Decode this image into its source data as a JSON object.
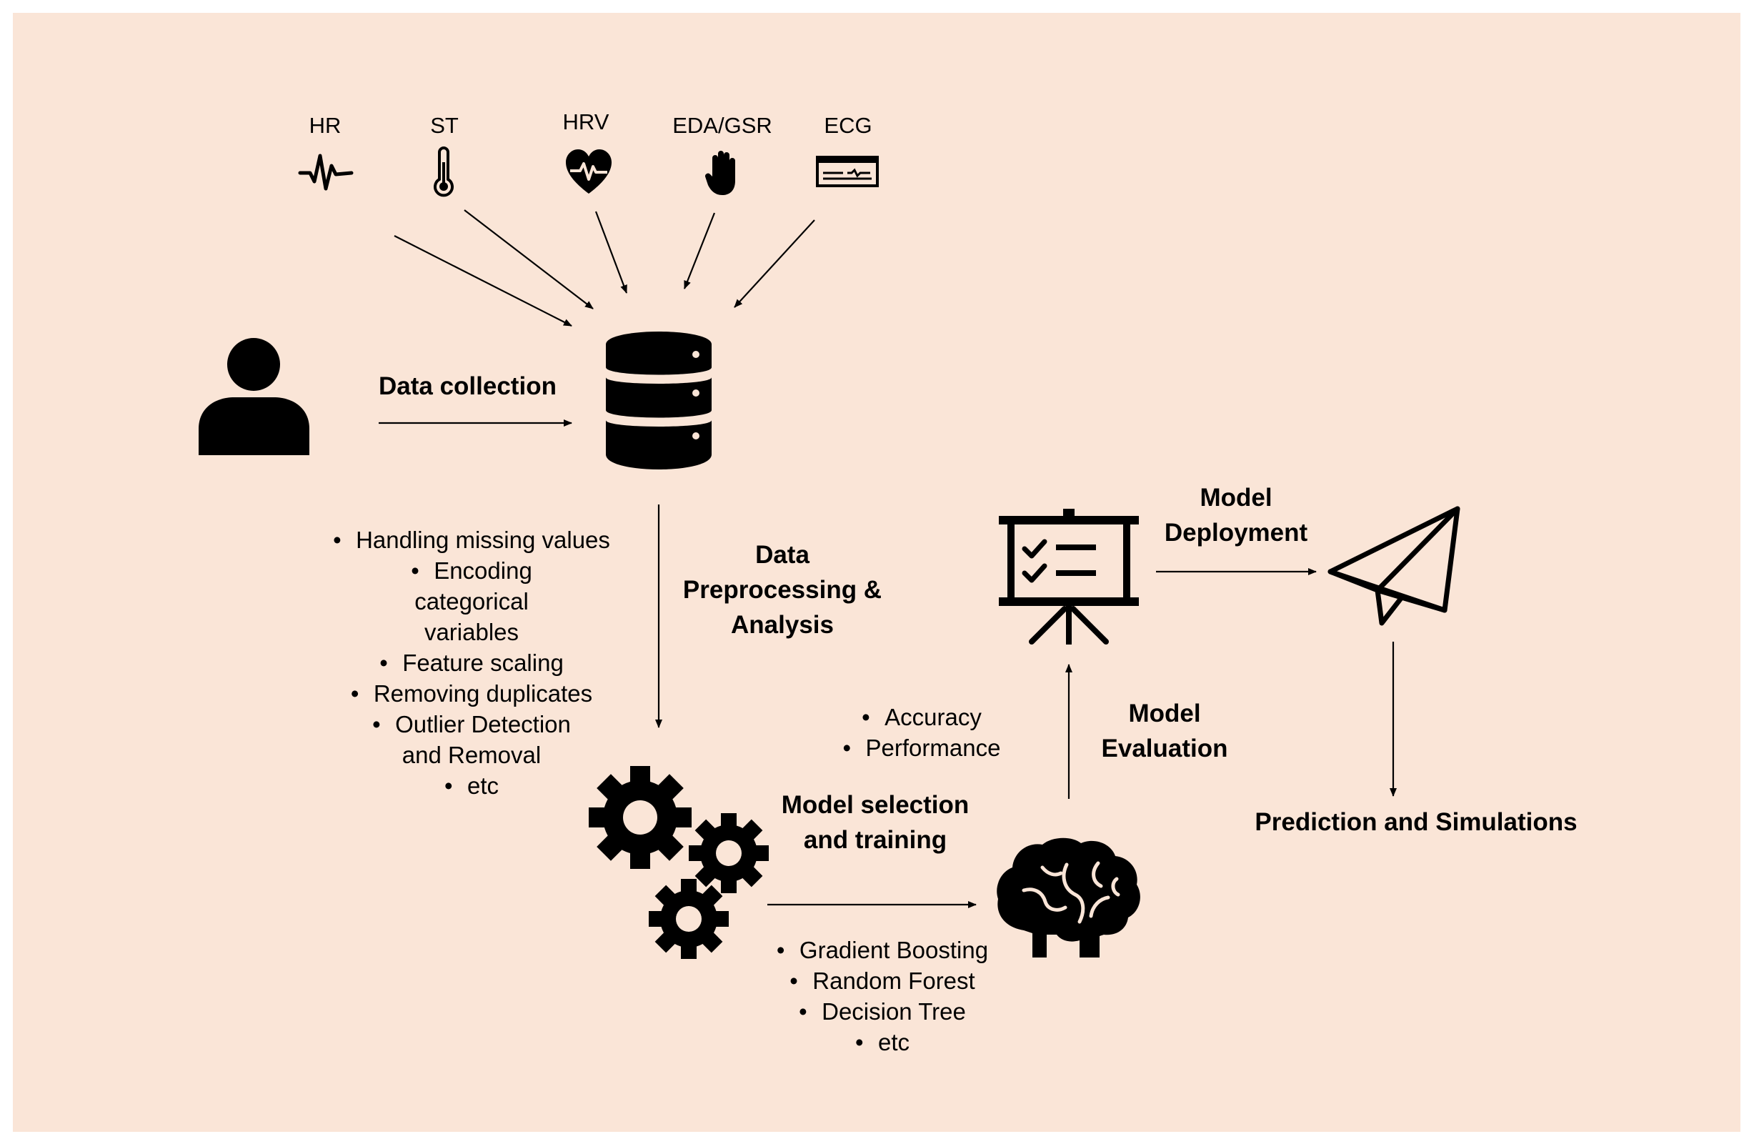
{
  "signals": [
    {
      "label": "HR",
      "icon": "heart-rate-icon"
    },
    {
      "label": "ST",
      "icon": "thermometer-icon"
    },
    {
      "label": "HRV",
      "icon": "heart-pulse-icon"
    },
    {
      "label": "EDA/GSR",
      "icon": "hand-icon"
    },
    {
      "label": "ECG",
      "icon": "ecg-strip-icon"
    }
  ],
  "stages": {
    "data_collection": "Data collection",
    "preprocessing": [
      "Data",
      "Preprocessing &",
      "Analysis"
    ],
    "model_selection": [
      "Model selection",
      "and training"
    ],
    "model_evaluation": [
      "Model",
      "Evaluation"
    ],
    "model_deployment": [
      "Model",
      "Deployment"
    ],
    "prediction": "Prediction and Simulations"
  },
  "preprocessing_steps": [
    "Handling missing values",
    "Encoding categorical variables",
    "Feature scaling",
    "Removing duplicates",
    "Outlier Detection and Removal",
    "etc"
  ],
  "evaluation_metrics": [
    "Accuracy",
    "Performance"
  ],
  "algorithms": [
    "Gradient Boosting",
    "Random Forest",
    "Decision Tree",
    "etc"
  ],
  "icons": {
    "user": "person-icon",
    "database": "database-icon",
    "training": "gears-icon",
    "model": "brain-icon",
    "evaluation": "presentation-board-icon",
    "deployment": "paper-plane-icon"
  },
  "colors": {
    "background": "#fae5d7",
    "foreground": "#000000"
  }
}
